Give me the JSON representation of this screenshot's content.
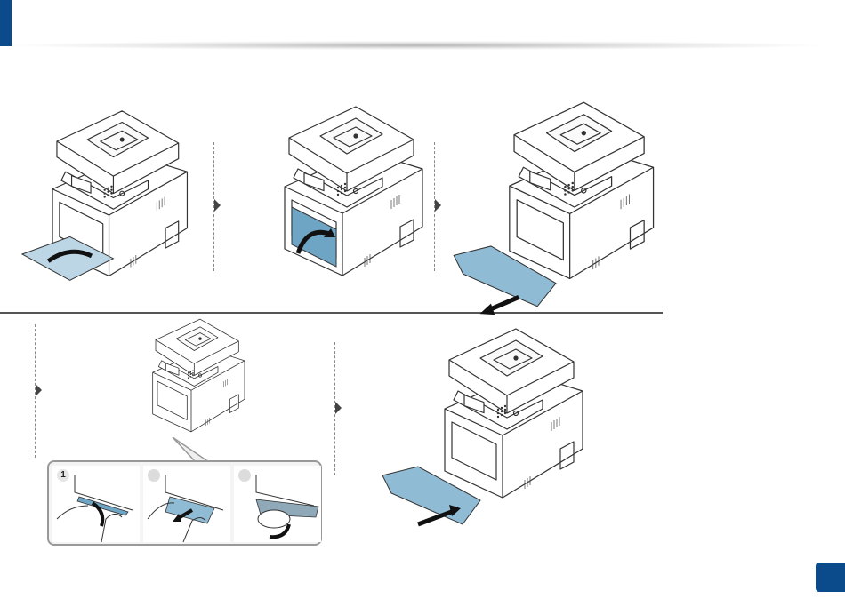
{
  "header": {
    "accent_color": "#0b4a8b"
  },
  "footer": {
    "page_box_color": "#0b4a8b"
  },
  "procedure": {
    "steps": [
      {
        "illustration": "open-manual-tray",
        "arrow_icon": "curved-arrow-icon"
      },
      {
        "illustration": "close-manual-tray-cover",
        "arrow_icon": "curved-arrow-icon"
      },
      {
        "illustration": "pull-out-paper-tray",
        "arrow_icon": "straight-arrow-icon"
      },
      {
        "illustration": "locate-jam-in-printer",
        "arrow_icon": "callout-icon"
      },
      {
        "illustration": "reinsert-paper-tray",
        "arrow_icon": "straight-arrow-icon"
      }
    ],
    "inset": {
      "badges": [
        "1",
        "",
        ""
      ],
      "panels": [
        "pull-jammed-paper-down",
        "pull-paper-out",
        "remove-paper"
      ]
    },
    "accent_blue": "#5f9bbd"
  }
}
